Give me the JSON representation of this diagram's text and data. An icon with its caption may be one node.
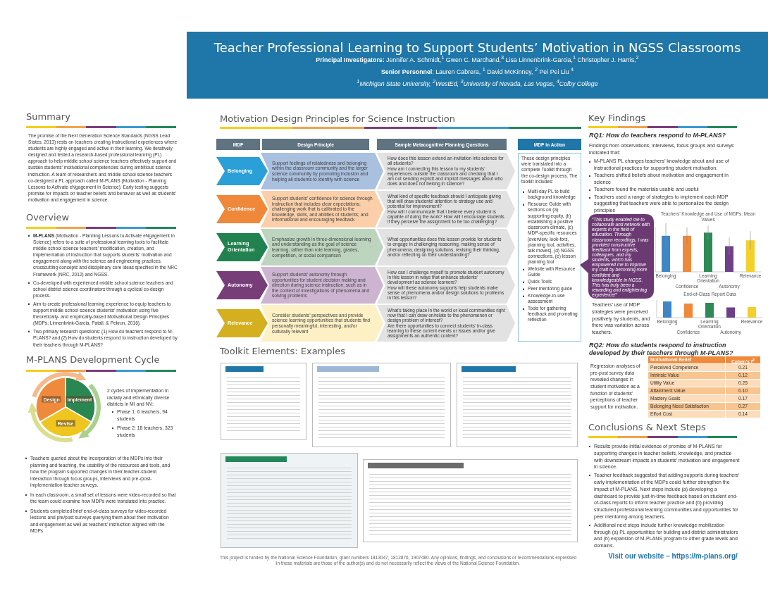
{
  "diagram": {
    "title": "Teacher Professional Learning to Support Students’ Motivation in NGSS Classrooms",
    "nodes": [
      {
        "text": [
          "MDP"
        ]
      },
      {
        "text": [
          "Design Principle"
        ]
      },
      {
        "text": [
          "Sample Metacognitive Planning Questions"
        ]
      },
      {
        "text": [
          "MDP in Action"
        ]
      },
      {
        "text": [
          "Belonging"
        ]
      },
      {
        "text": [
          "Support feelings of relatedness and belonging within the classroom community and the larger science community by promoting inclusion and helping all students to identify with science"
        ]
      },
      {
        "text": [
          "How does this lesson extend an invitation into science for all students?",
          "How am I connecting this lesson to my students’ experiences outside the classroom and checking that I am not sending explicit and implicit messages about who does and does not belong in science?"
        ]
      },
      {
        "text": [
          "Confidence"
        ]
      },
      {
        "text": [
          "Support students’ confidence for science through instruction that includes clear expectations; challenging work that is calibrated to the knowledge, skills, and abilities of students; and informational and encouraging feedback"
        ]
      },
      {
        "text": [
          "What kind of specific feedback should I anticipate giving that will draw students’ attention to strategy use and potential for improvement?",
          "How will I communicate that I believe every student is capable of doing the work? How will I encourage students if they perceive the assignment to be too challenging?"
        ]
      },
      {
        "text": [
          "Learning Orientation"
        ]
      },
      {
        "text": [
          "Emphasize growth in three-dimensional learning and understanding as the goal of science learning, rather than rote learning, grades, competition, or social comparison"
        ]
      },
      {
        "text": [
          "What opportunities does this lesson provide for students to engage in challenging reasoning, making sense of phenomena, designing solutions, revising their thinking, and/or reflecting on their understanding?"
        ]
      },
      {
        "text": [
          "Autonomy"
        ]
      },
      {
        "text": [
          "Support students’ autonomy through opportunities for student decision making and direction during science instruction, such as in the context of investigations of phenomena and solving problems"
        ]
      },
      {
        "text": [
          "How can I challenge myself to promote student autonomy in this lesson in ways that enhance students’ development as science learners?",
          "How will these autonomy supports help students make sense of phenomena and/or design solutions to problems in this lesson?"
        ]
      },
      {
        "text": [
          "Relevance"
        ]
      },
      {
        "text": [
          "Consider students’ perspectives and provide science learning opportunities that students find personally meaningful, interesting, and/or culturally relevant"
        ]
      },
      {
        "text": [
          "What’s taking place in the world or local communities right now that I can draw on/relate to the phenomenon or design problem of interest?",
          "Are there opportunities to connect students’ in-class learning to these current events or issues and/or give assignments an authentic context?"
        ]
      },
      {
        "text": [
          "These design principles were translated into a complete Toolkit through the co-design process. The toolkit includes:",
          "Multi-day PL to build background knowledge",
          "Resource Guide with sections on (a) supporting equity, (b) establishing a positive classroom climate, (c) MDP-specific resources [overview, look-fors, planning tool, activities, talk moves], (d) NGSS connections, (e) lesson planning tool",
          "Website with Resource Guide",
          "Quick Tools",
          "Peer mentoring guide",
          "Knowledge-in-use assessment",
          "Tools for gathering feedback and promoting reflection"
        ]
      },
      {
        "text": [
          "Design"
        ]
      },
      {
        "text": [
          "Implement"
        ]
      },
      {
        "text": [
          "Revise"
        ]
      },
      {
        "text": [
          "“This study enabled me to collaborate and network with experts in the field of education. Through classroom recordings, I was provided constructive feedback from experts, colleagues, and my students, which has empowered me to improve my craft by becoming more confident and knowledgeable in NGSS. This has truly been a rewarding and enlightening experience!”"
        ]
      }
    ],
    "edges": [
      {
        "from": 20,
        "to": 21,
        "arrow": "to",
        "color": "#f5b98a"
      },
      {
        "from": 21,
        "to": 22,
        "arrow": "to",
        "color": "#a9d08e"
      },
      {
        "from": 22,
        "to": 20,
        "arrow": "to",
        "color": "#d9df8f"
      }
    ],
    "labels": [
      "**Principal Investigators:** Jennifer A. Schmidt,$^{1}$ Gwen C. Marchand,$^{3}$ Lisa Linnenbrink-Garcia,$^{1}$ Christopher J. Harris,$^{2}$",
      "**Senior Personnel**:  Lauren Cabrera, $^{1}$ David McKinney, $^{2}$ Pei Pei Liu $^{4}$",
      "$^{1}$Michigan State University, $^{2}$WestEd, $^{3}$University of Nevada, Las Vegas, $^{4}$Colby College",
      "Summary",
      "The promise of the Next Generation Science Standards (NGSS Lead States, 2013) rests on teachers creating instructional experiences where students are highly engaged and active in their learning. We iteratively designed and tested a research-based professional learning (PL) approach to help middle school science teachers effectively support and sustain students’ motivational competencies during ambitious science instruction. A team of researchers and middle school science teachers co-designed a PL approach called M-PLANS (Motivation - Planning Lessons to Activate eNgagement in Science). Early testing suggests promise for impacts on teacher beliefs and behavior as well as students’ motivation and engagement in science.",
      "Overview",
      "**M-PLANS** (Motivation - Planning Lessons to Activate eNgagement in Science) refers to a suite of professional learning tools to facilitate middle school science teachers’ modification, creation, and implementation of instruction that supports students’ motivation and engagement along with the science and engineering practices, crosscutting concepts and disciplinary core ideas specified in the NRC Framework (NRC, 2012) and NGSS.",
      "Co-developed with experienced middle school science teachers and school district science coordinators through a cyclical co-design process.",
      "Aim to create professional learning experience to equip teachers to support middle school science students’ motivation using five theoretically- and empirically-based Motivational Design Principles (MDPs; Linnenbrink-Garcia, Patall, & Pekrun, 2016).",
      "Two primary research questions: (1) How do teachers respond to M-PLANS? and (2) How do students respond to instruction developed by their teachers through M-PLANS?",
      "M-PLANS Development Cycle",
      "2 cycles of implementation in racially and ethnically diverse districts in MI and NV:",
      "Phase 1: 6 teachers, 94 students",
      "Phase 2: 18 teachers, 323 students",
      "Teachers queried about the incorporation of the MDPs into their planning and teaching, the usability of the resources and tools, and how the program supported changes in their teacher-student interaction through focus groups, interviews and pre-/post-implementation teacher surveys.",
      "In each classroom, a small set of lessons were video-recorded so that the team could examine how MDPs were translated into practice.",
      "Students completed brief end-of-class surveys for video-recorded lessons and pre/post surveys querying them about their motivation and engagement as well as teachers’ instruction aligned with the MDPs",
      "Motivation Design Principles for Science Instruction",
      "Toolkit Elements: Examples",
      "Key Findings",
      "RQ1: How do teachers respond to M-PLANS?",
      "Findings from observations, interviews, focus groups and surveys indicated that:",
      "M-PLANS PL changes teachers’ knowledge about and use of instructional practices for supporting student motivation.",
      "Teachers shifted beliefs about motivation and engagement in science",
      "Teachers found the materials usable and useful",
      "Teachers used a range of strategies to implement each MDP suggesting that teachers were able to personalize the design principles",
      "Teachers’ Knowledge and Use of MDPs: Mean Values",
      "Belonging",
      "Confidence",
      "Learning Orientation",
      "Autonomy",
      "Relevance",
      "End-of-Class Report Data",
      "Belonging",
      "Confidence",
      "Learning Orientation",
      "Autonomy",
      "Relevance",
      "Teachers’ use of MDP strategies were perceived positively by students, and there was variation across teachers.",
      "RQ2: How do students respond to instruction developed by their teachers through M-PLANS?",
      "Regression analyses of pre-post survey data revealed changes in student motivation as a function of students’ perceptions of teacher support for motivation.",
      "Motivational Belief",
      "Cohen’s f$^{2}$",
      "Perceived Competence",
      "0.21",
      "Intrinsic Value",
      "0.12",
      "Utility Value",
      "0.25",
      "Attainment Value",
      "0.10",
      "Mastery Goals",
      "0.17",
      "Belonging Need Satisfaction",
      "0.27",
      "Effort Cost",
      "0.14",
      "Conclusions & Next Steps",
      "Results provide initial evidence of promise of M-PLANS for supporting changes in teacher beliefs, knowledge, and practice with downstream impacts on students’ motivation and engagement in science.",
      "Teacher feedback suggested that adding supports during teachers’ early implementation of the MDPs could further strengthen the impact of M-PLANS. Next steps include (a) developing a dashboard to provide just-in-time feedback based on student end-of-class reports to inform teacher practice and (b) providing structured professional learning communities and opportunities for peer mentoring among teachers.",
      "Additional next steps include further knowledge mobilization through (a) PL opportunities for building and district administrators and (b) expansion of M-PLANS program to other grade levels and domains.",
      "Visit our website – https://m-plans.org/",
      "This project is funded by the National Science Foundation, grant numbers 1813047, 1812876, 1907480. Any opinions, findings, and conclusions or recommendations expressed in these materials are those of the author(s) and do not necessarily reflect the views of the National Science Foundation."
    ]
  }
}
